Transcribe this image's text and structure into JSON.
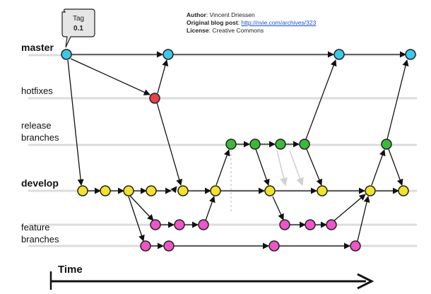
{
  "lanes": {
    "master": "master",
    "hotfixes": "hotfixes",
    "release_1": "release",
    "release_2": "branches",
    "develop": "develop",
    "feature_1": "feature",
    "feature_2": "branches"
  },
  "tag": {
    "title": "Tag",
    "version": "0.1"
  },
  "credits": {
    "author_label": "Author",
    "author": "Vincent Driessen",
    "post_label": "Original blog post",
    "post_url": "http://nvie.com/archives/323",
    "license_label": "License",
    "license": "Creative Commons"
  },
  "time_label": "Time",
  "colors": {
    "master": "#3ec7e8",
    "hotfix": "#e8414a",
    "release": "#3db83a",
    "develop": "#f2e22a",
    "feature": "#ee55c8"
  }
}
